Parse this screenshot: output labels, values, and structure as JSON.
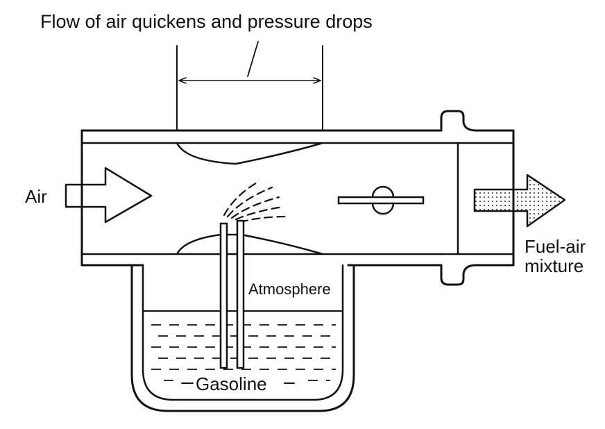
{
  "labels": {
    "title": "Flow of air quickens and pressure drops",
    "air": "Air",
    "fuel_air_line1": "Fuel-air",
    "fuel_air_line2": "mixture",
    "atmosphere": "Atmosphere",
    "gasoline": "Gasoline"
  },
  "colors": {
    "ink": "#111111",
    "background": "#ffffff"
  }
}
